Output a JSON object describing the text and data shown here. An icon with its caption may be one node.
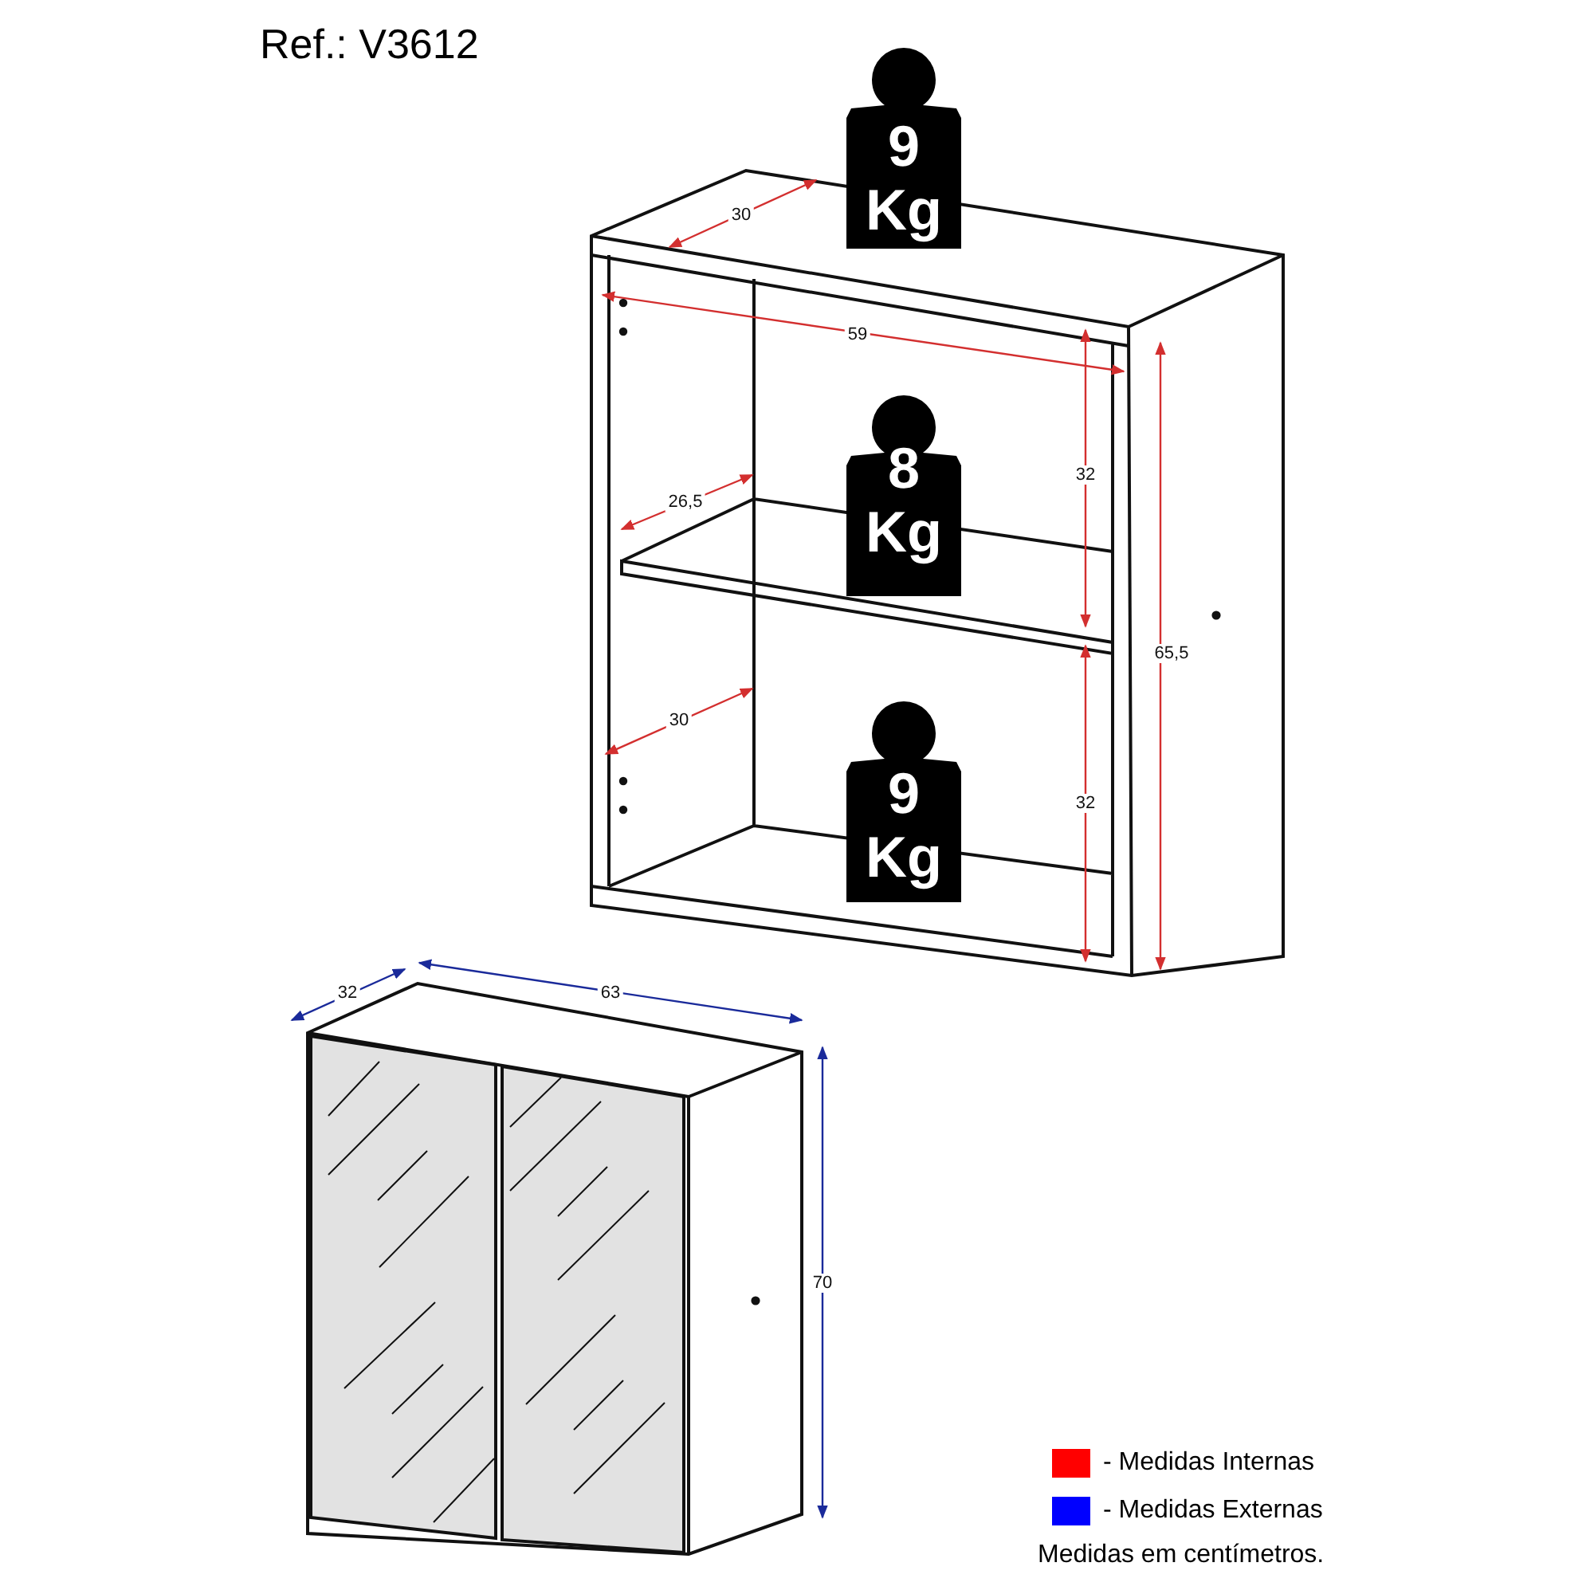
{
  "diagram": {
    "title": "Ref.: V3612",
    "caption": "Medidas em centímetros.",
    "labels": [
      "9 Kg",
      "30",
      "59",
      "8 Kg",
      "32",
      "26,5",
      "65,5",
      "30",
      "9 Kg",
      "32",
      "32",
      "63",
      "70"
    ],
    "legend": [
      {
        "text": "- Medidas Internas",
        "color": "#ff0000"
      },
      {
        "text": "- Medidas Externas",
        "color": "#0000ff"
      }
    ]
  }
}
